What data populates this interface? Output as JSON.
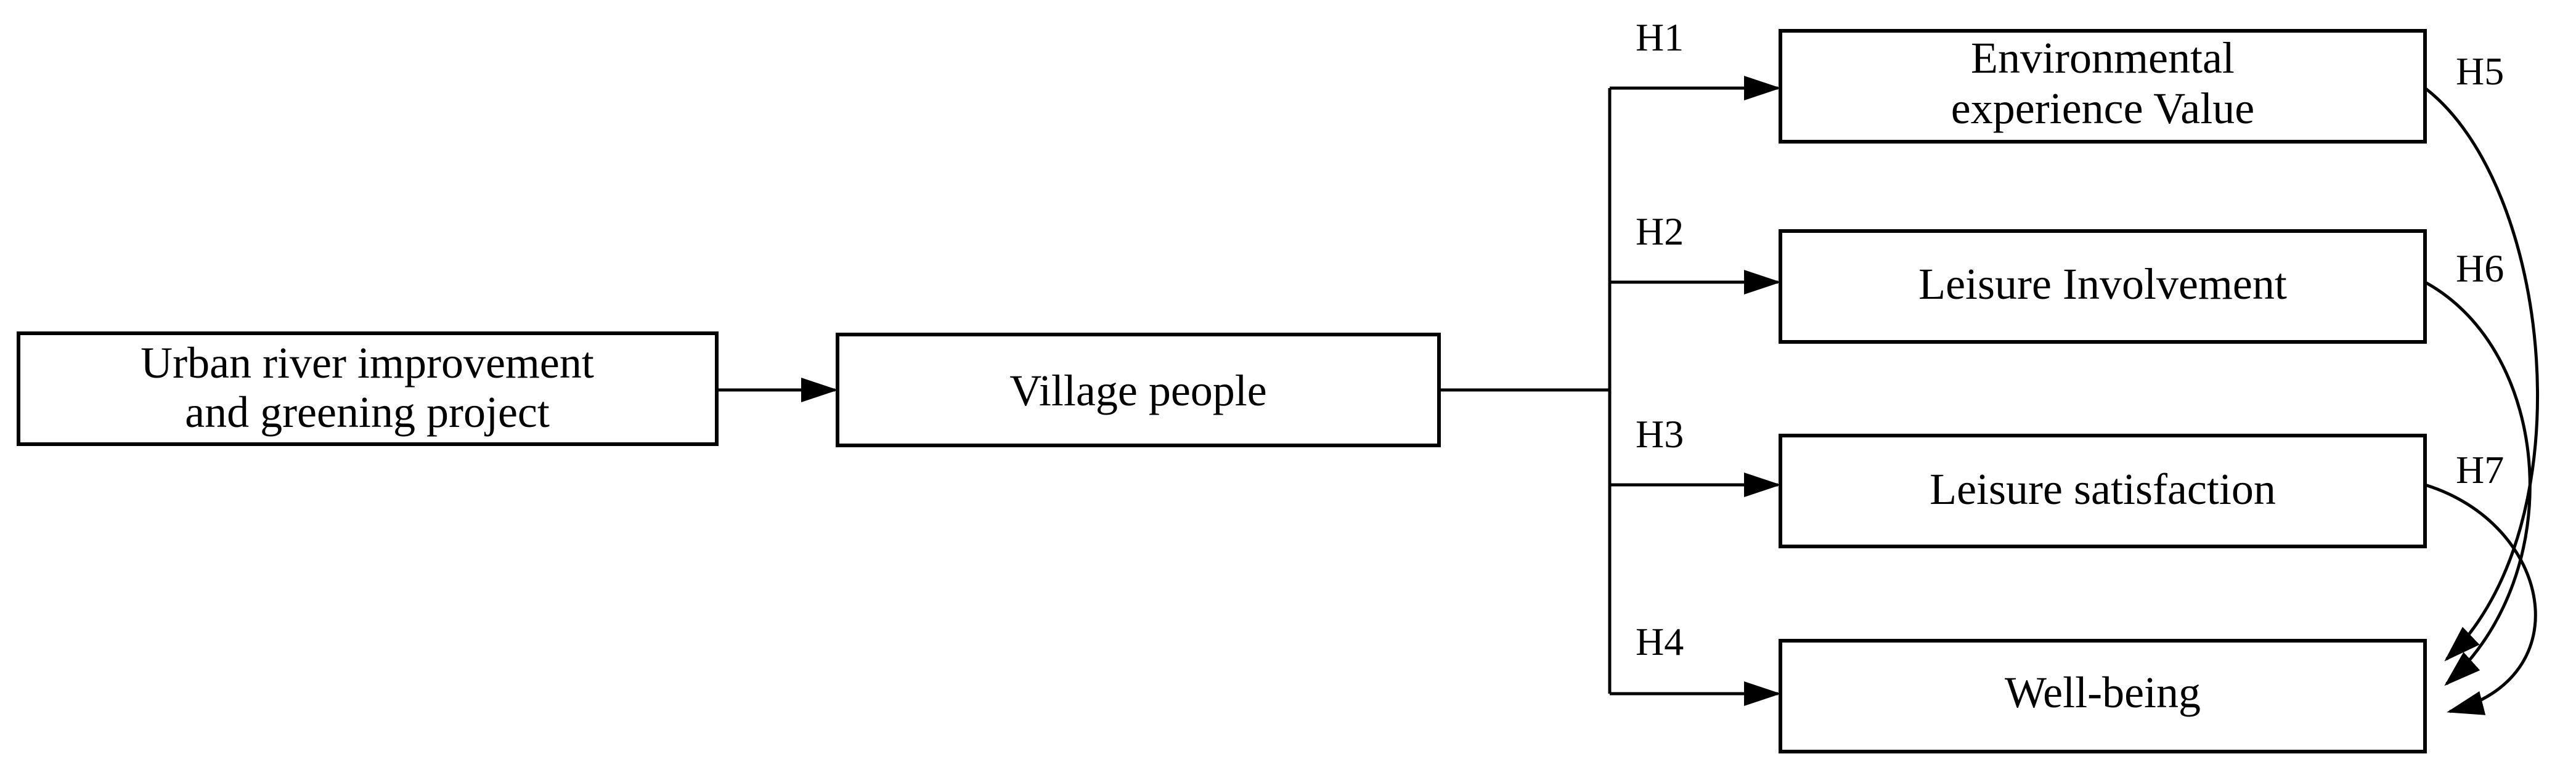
{
  "nodes": {
    "urban_project": {
      "line1": "Urban river improvement",
      "line2": "and greening project"
    },
    "village_people": {
      "label": "Village people"
    },
    "env_value": {
      "line1": "Environmental",
      "line2": "experience Value"
    },
    "leisure_involvement": {
      "label": "Leisure Involvement"
    },
    "leisure_satisfaction": {
      "label": "Leisure satisfaction"
    },
    "well_being": {
      "label": "Well-being"
    }
  },
  "hypotheses": {
    "h1": "H1",
    "h2": "H2",
    "h3": "H3",
    "h4": "H4",
    "h5": "H5",
    "h6": "H6",
    "h7": "H7"
  }
}
